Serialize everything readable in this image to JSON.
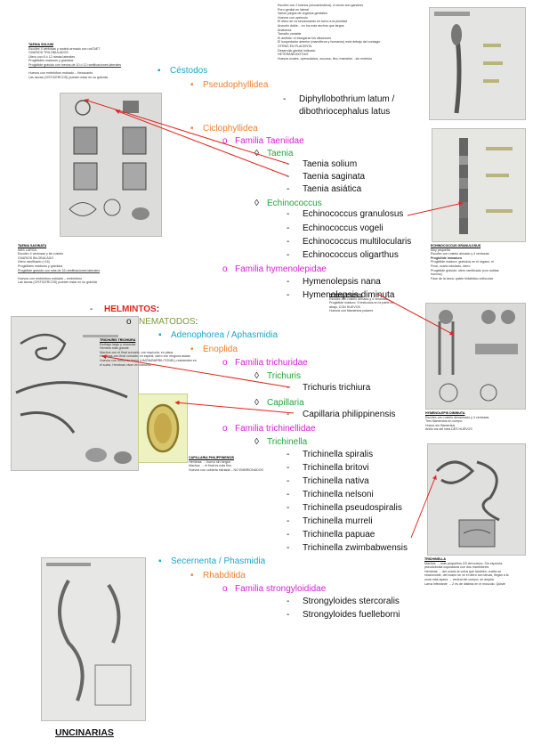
{
  "top_note": {
    "lines": [
      "Escólex con 2 botrios (chorambotrios). A veces son ganchos",
      "Poro genital en lateral",
      "Varios juegos de órganos genitales",
      "Huevos con opérculo",
      "El útero se va seccionando en torno a la pluridad",
      "Anzuelo doble... en los más anchos que largos",
      "Anatomía",
      "Tamaño variable",
      "El anélido: el elongarse los diluciones",
      "El hospedador anterior (mamíferos y humanos) está debajo del contagio",
      "OTRNS EN PLACENTA",
      "Desarrollo genital indicado",
      "HETERÁNÍODOTIAS",
      "Huevos ovales, operculados, oscuros, fino, mamelón - sin embrión"
    ],
    "bold_word": "mamelón"
  },
  "note_taenia_solium": {
    "title": "TAENIA SOLIUM",
    "lines": [
      "Escólex 4 ventosas y rostelo armado con rosTAET",
      "OVARIOS TRILOBULADOS",
      "Útero con 6 ó 12 ramas laterales",
      "Proglótides maduros y grávidos",
      "Proglótide grávido con menos de 10 ó 12 ramificaciones laterales",
      "",
      "Huevos con embrióforo estriado – Hexacanto",
      "Las larvas (CISTICERCOS) pueden estar en su grávida"
    ]
  },
  "note_taenia_saginata": {
    "title": "TAENIA SAGINATA",
    "lines": [
      "MÁS LARGA",
      "Escólex 4 ventosas y sin rostelo",
      "OVARIOS BILOBULADO",
      "Útero ramificado (>16)",
      "Proglótides maduros y grávidos",
      "Proglótide grávido con más de 16 ramificaciones laterales",
      "",
      "Huevos con embrióforo estriado – embrióforo",
      "Las larvas (CISTICERCOS) pueden estar en su grávida"
    ]
  },
  "note_echinococcus": {
    "title": "ECHINOCOCCUS GRANULOSUS",
    "lines": [
      "Muy pequeña",
      "Escólex con rostelo armado y 4 ventosas",
      "Proglótide inmaduro",
      "Proglótide maduro: gránulos en el órgano, el",
      "Final, ovario lobulado, útero",
      "Proglótide grávido: útero ramificado (con ruditas",
      "huevos)",
      "Fase de la larva: quiste hidatídico unilocular"
    ]
  },
  "note_hymenolepis_nana": {
    "title": "HYMENOLEPIS NANA",
    "lines": [
      "Escólex con rostelo armado y 4 ventosas",
      "Proglótide maduro: 3 testículos en la parte de",
      "abajo, CON HUEVOS",
      "Huevos con filamentos polares"
    ]
  },
  "note_hymenolepis_diminuta": {
    "title": "HYMENOLEPIS DIMINUTA",
    "lines": [
      "Escólex con rostelo desarmado y 4 ventosas",
      "Tres filamentos en cuerpo",
      "Huevo sin filamentos",
      "Anillo los del intra DES HUEVOS"
    ]
  },
  "note_trichuris": {
    "title": "TRICHURIS TRICHIURA",
    "lines": [
      "Esófago largo y muscular",
      "Hembra más grande",
      "Machos con el final curvado, con espícula, en placa",
      "Hembras con final curvado, en espiral, útero con ninguna asado",
      "Huevos con forma de limón (LIMÓN/BARRIL/TONEL) resistentes en",
      "el suelo. Hembras viven en intestino"
    ]
  },
  "note_capillaria": {
    "title": "CAPILLARIA PHILIPPINENSIS",
    "lines": [
      "Hembras → huevo sin ningún",
      "Machos → el final es más fino",
      "Huevos con cubierta estriada – NO EMBRIONADOS"
    ]
  },
  "note_trichinella": {
    "title": "TRICHINELLA",
    "lines": [
      "Machos → más pequeños 2/3 del cuerpo. Sin espícula,",
      "pseudobolsa copuladora con dos mamelones",
      "Hembras → del ovario la vulva que también, vuelta se",
      "rosa/ovoide, del ovario se ve el útero con larvas, llegan a la",
      "zona más lejana → ventral del cuerpo, se amplia",
      "Larva infectante → 2 es de distinta en el músculo. Quiste"
    ]
  },
  "outline": {
    "cestodos": "Céstodos",
    "pseudophyllidea": "Pseudophyllidea",
    "diphyllo": "Diphyllobothrium latum /",
    "diphyllo2": "dibothriocephalus latus",
    "cyclophyllidea": "Ciclophyllidea",
    "taeniidae": "Familia Taeniidae",
    "taenia": "Taenia",
    "taenia_species": [
      "Taenia solium",
      "Taenia saginata",
      "Taenia asiática"
    ],
    "echinococcus": "Echinococcus",
    "echinococcus_species": [
      "Echinococcus granulosus",
      "Echinococcus vogeli",
      "Echinococcus multilocularis",
      "Echinococcus oligarthus"
    ],
    "hymenolepidae": "Familia hymenolepidae",
    "hymenolepis_species": [
      "Hymenolepsis nana",
      "Hymenolepsis diminuta"
    ],
    "helmintos": "HELMINTOS",
    "helmintos_colon": ":",
    "nematodos": "NEMATODOS",
    "nematodos_colon": ":",
    "adenophorea": "Adenophorea / Aphasmidia",
    "enoplida": "Enoplida",
    "trichuridae": "Familia trichuridae",
    "trichuris": "Trichuris",
    "trichuris_species": "Trichuris trichiura",
    "capillaria": "Capillaria",
    "capillaria_species": "Capillaria philippinensis",
    "trichinellidae": "Familia trichinellidae",
    "trichinella": "Trichinella",
    "trichinella_species": [
      "Trichinella spiralis",
      "Trichinella britovi",
      "Trichinella nativa",
      "Trichinella nelsoni",
      "Trichinella pseudospiralis",
      "Trichinella murreli",
      "Trichinella papuae",
      "Trichinella zwimbabwensis"
    ],
    "secernenta": "Secernenta / Phasmidia",
    "rhabditida": "Rhabditida",
    "strongyloididae": "Familia strongyloididae",
    "strongyloides_species": [
      "Strongyloides stercoralis",
      "Strongyloides fuelleborni"
    ],
    "uncinarias": "UNCINARIAS"
  },
  "symbols": {
    "square": "▪",
    "dot": "•",
    "circle": "o",
    "diamond": "◊",
    "dash": "-"
  },
  "colors": {
    "cyan": "#1aa7c9",
    "orange": "#f07f2d",
    "magenta": "#d61dd6",
    "green": "#27a33d",
    "red": "#e0261e",
    "arrow": "#e0261e"
  }
}
